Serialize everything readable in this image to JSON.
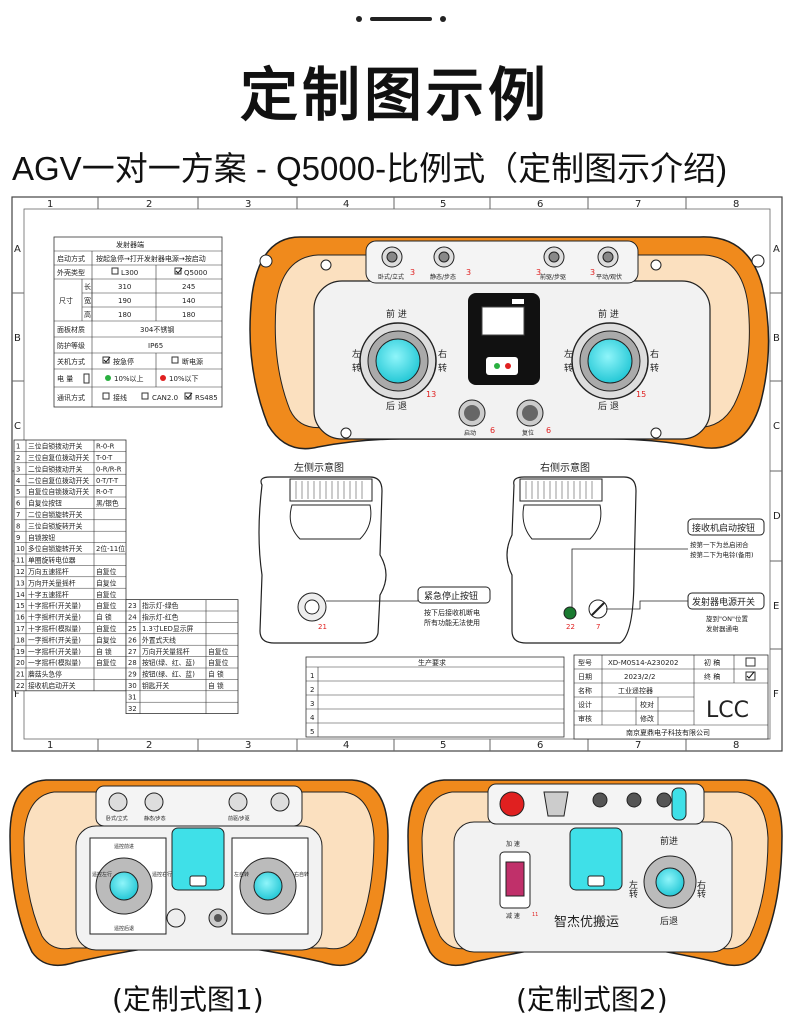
{
  "header": {
    "title": "定制图示例",
    "subtitle": "AGV一对一方案 - Q5000-比例式（定制图示介绍)"
  },
  "grid": {
    "cols": [
      "1",
      "2",
      "3",
      "4",
      "5",
      "6",
      "7",
      "8"
    ],
    "rows": [
      "A",
      "B",
      "C",
      "D",
      "E",
      "F"
    ]
  },
  "spec": {
    "title": "发射器端",
    "start_label": "启动方式",
    "start_value": "按起急停→打开发射器电源→按启动",
    "type_label": "外壳类型",
    "type_opt1": "L300",
    "type_opt2": "Q5000",
    "size_label": "尺寸",
    "len": "长",
    "wid": "宽",
    "hei": "高",
    "len_a": "310",
    "len_b": "245",
    "wid_a": "190",
    "wid_b": "140",
    "hei_a": "180",
    "hei_b": "180",
    "panel_label": "面板材质",
    "panel_value": "304不锈钢",
    "ip_label": "防护等级",
    "ip_value": "IP65",
    "off_label": "关机方式",
    "off_opt1": "按急停",
    "off_opt2": "断电源",
    "bat_label": "电  量",
    "bat_opt1": "10%以上",
    "bat_opt2": "10%以下",
    "comm_label": "通讯方式",
    "comm_opt1": "接线",
    "comm_opt2": "CAN2.0",
    "comm_opt3": "RS485"
  },
  "parts_left": [
    [
      "1",
      "三位自锁拨动开关",
      "R-0-R"
    ],
    [
      "2",
      "三位自复位拨动开关",
      "T-0-T"
    ],
    [
      "3",
      "二位自锁拨动开关",
      "0-R/R-R"
    ],
    [
      "4",
      "二位自复位拨动开关",
      "0-T/T-T"
    ],
    [
      "5",
      "自复位自锁拨动开关",
      "R-0-T"
    ],
    [
      "6",
      "自复位按钮",
      "黑/银色"
    ],
    [
      "7",
      "二位自锁旋转开关",
      ""
    ],
    [
      "8",
      "三位自锁旋转开关",
      ""
    ],
    [
      "9",
      "自锁按钮",
      ""
    ],
    [
      "10",
      "多位自锁旋转开关",
      "2位-11位"
    ],
    [
      "11",
      "单圈旋转电位器",
      ""
    ],
    [
      "12",
      "万向五速摇杆",
      "自复位"
    ],
    [
      "13",
      "万向开关量摇杆",
      "自复位"
    ],
    [
      "14",
      "十字五速摇杆",
      "自复位"
    ],
    [
      "15",
      "十字摇杆(开关量)",
      "自复位"
    ],
    [
      "16",
      "十字摇杆(开关量)",
      "自  锁"
    ],
    [
      "17",
      "十字摇杆(模拟量)",
      "自复位"
    ],
    [
      "18",
      "一字摇杆(开关量)",
      "自复位"
    ],
    [
      "19",
      "一字摇杆(开关量)",
      "自  锁"
    ],
    [
      "20",
      "一字摇杆(模拟量)",
      "自复位"
    ],
    [
      "21",
      "蘑菇头急停",
      ""
    ],
    [
      "22",
      "接收机启动开关",
      ""
    ]
  ],
  "parts_right": [
    [
      "23",
      "指示灯-绿色",
      ""
    ],
    [
      "24",
      "指示灯-红色",
      ""
    ],
    [
      "25",
      "1.3寸LED显示屏",
      ""
    ],
    [
      "26",
      "外置式天线",
      ""
    ],
    [
      "27",
      "万向开关量摇杆",
      "自复位"
    ],
    [
      "28",
      "按钮(绿、红、蓝)",
      "自复位"
    ],
    [
      "29",
      "按钮(绿、红、蓝)",
      "自  锁"
    ],
    [
      "30",
      "钥匙开关",
      "自  锁"
    ],
    [
      "31",
      "",
      ""
    ],
    [
      "32",
      "",
      ""
    ]
  ],
  "production": {
    "title": "生产要求",
    "rows": [
      "1",
      "2",
      "3",
      "4",
      "5"
    ]
  },
  "titleblock": {
    "model_label": "型号",
    "model_value": "XD-M0S14-A230202",
    "date_label": "日期",
    "date_value": "2023/2/2",
    "name_label": "名称",
    "name_value": "工业遥控器",
    "design_label": "设计",
    "check_label": "校对",
    "review_label": "审核",
    "modify_label": "修改",
    "draft_label": "初  稿",
    "final_label": "终  稿",
    "logo": "LCC",
    "company": "南京夏鼎电子科技有限公司"
  },
  "panel": {
    "switch1": "卧式/立式",
    "switch2": "静态/步态",
    "switch3": "前驱/步驱",
    "switch4": "平动/观伏",
    "num3": "3",
    "fwd": "前 进",
    "back": "后 退",
    "left": "左",
    "turn": "转",
    "right": "右",
    "j_left_num": "13",
    "j_right_num": "15",
    "start_btn": "启动",
    "reset_btn": "复位",
    "num6": "6"
  },
  "side_views": {
    "left_title": "左侧示意图",
    "right_title": "右侧示意图",
    "estop_title": "紧急停止按钮",
    "estop_desc1": "按下后接收机断电",
    "estop_desc2": "所有功能无法使用",
    "recv_title": "接收机启动按钮",
    "recv_desc1": "按第一下为总启闭合",
    "recv_desc2": "按第二下为电铃(备用)",
    "power_title": "发射器电源开关",
    "power_desc1": "旋到\"ON\"位置",
    "power_desc2": "发射器通电",
    "num21": "21",
    "num22": "22",
    "num7": "7"
  },
  "ex1": {
    "caption": "(定制式图1)",
    "l1": "卧式/立式",
    "l2": "静态/步态",
    "l3": "前驱/步驱",
    "jl_top": "遥控前进",
    "jl_left": "遥控左行",
    "jl_right": "遥控右行",
    "jl_bottom": "遥控后退",
    "jr_left": "左自转",
    "jr_right": "右自转"
  },
  "ex2": {
    "caption": "(定制式图2)",
    "add": "加 速",
    "sub": "减 速",
    "fwd": "前进",
    "back": "后退",
    "left": "左转",
    "right": "右转",
    "brand": "智杰优搬运",
    "num": "11"
  },
  "colors": {
    "orange": "#f08a1c",
    "cyan": "#3fe0e8",
    "red": "#e02020"
  }
}
